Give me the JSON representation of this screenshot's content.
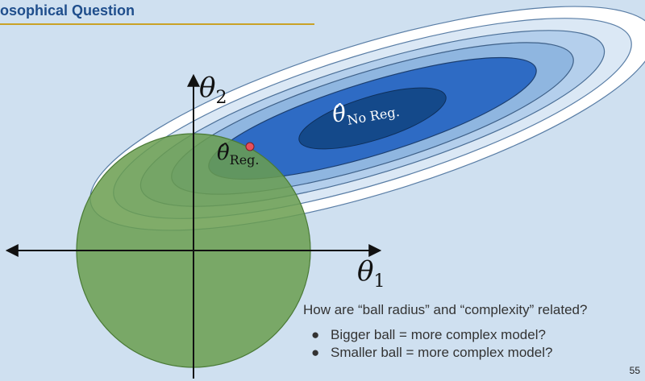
{
  "header": {
    "title": "osophical Question"
  },
  "diagram": {
    "axis_x_symbol": "θ",
    "axis_x_subscript": "1",
    "axis_y_symbol": "θ",
    "axis_y_subscript": "2",
    "no_reg_symbol": "θ̂",
    "no_reg_subscript": "No Reg.",
    "reg_symbol": "θ̂",
    "reg_subscript": "Reg."
  },
  "question": "How are “ball radius” and “complexity” related?",
  "bullets": [
    "Bigger ball = more complex model?",
    "Smaller ball = more complex model?"
  ],
  "page_number": "55",
  "colors": {
    "background": "#cfe0f0",
    "title": "#1f4e8c",
    "rule": "#c9a227",
    "ball": "#6a9e4f",
    "reg_point": "#e8505b",
    "contour_outer": "#ffffff",
    "contour_inner": "#14498a"
  }
}
